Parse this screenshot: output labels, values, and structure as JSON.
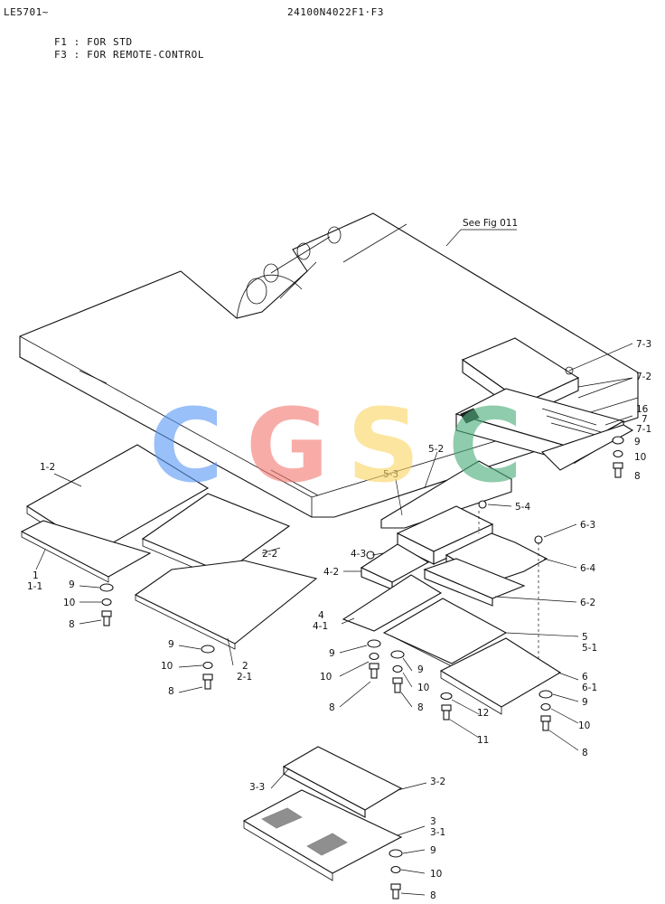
{
  "header": {
    "serial": "LE5701~",
    "part_number": "24100N4022F1·F3"
  },
  "notes": [
    "F1 : FOR STD",
    "F3 : FOR REMOTE-CONTROL"
  ],
  "see_ref": "See Fig 011",
  "watermark": {
    "letters": [
      "C",
      "G",
      "S",
      "C"
    ],
    "colors": [
      "#5b9bf5",
      "#f47a73",
      "#fbd665",
      "#4cae7c"
    ]
  },
  "labels": {
    "l7_3": "7-3",
    "l7_2": "7-2",
    "l16": "16",
    "l7": "7",
    "l7_1": "7-1",
    "l9a": "9",
    "l10a": "10",
    "l8a": "8",
    "l5_2": "5-2",
    "l5_3": "5-3",
    "l5_4": "5-4",
    "l6_3": "6-3",
    "l6_4": "6-4",
    "l6_2": "6-2",
    "l4_3": "4-3",
    "l4_2": "4-2",
    "l4": "4",
    "l4_1": "4-1",
    "l5": "5",
    "l5_1": "5-1",
    "l6": "6",
    "l6_1": "6-1",
    "l1_2": "1-2",
    "l1": "1",
    "l1_1": "1-1",
    "l2_2": "2-2",
    "l2": "2",
    "l2_1": "2-1",
    "l9b": "9",
    "l10b": "10",
    "l8b": "8",
    "l9c": "9",
    "l10c": "10",
    "l8c": "8",
    "l9d": "9",
    "l10d": "10",
    "l8d": "8",
    "l9e": "9",
    "l10e": "10",
    "l8e": "8",
    "l12": "12",
    "l11": "11",
    "l9f": "9",
    "l10f": "10",
    "l8f": "8",
    "l3_3": "3-3",
    "l3_2": "3-2",
    "l3": "3",
    "l3_1": "3-1",
    "l9g": "9",
    "l10g": "10",
    "l8g": "8"
  }
}
